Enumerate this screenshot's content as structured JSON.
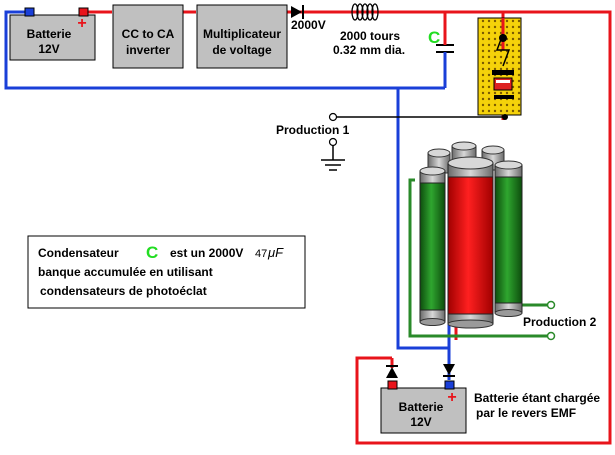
{
  "battery_top": {
    "label_line1": "Batterie",
    "label_line2": "12V",
    "plus": "+"
  },
  "inverter": {
    "line1": "CC to CA",
    "line2": "inverter"
  },
  "multiplier": {
    "line1": "Multiplicateur",
    "line2": "de voltage"
  },
  "diode_label": "2000V",
  "coil": {
    "line1": "2000 tours",
    "line2": "0.32 mm dia."
  },
  "capacitor_label": "C",
  "output1_label": "Production  1",
  "output2_label": "Production 2",
  "battery_bottom": {
    "label_line1": "Batterie",
    "label_line2": "12V",
    "plus": "+"
  },
  "charging_note": {
    "line1": "Batterie étant chargée",
    "line2": "par le revers EMF"
  },
  "info_box": {
    "line1_pre": "Condensateur",
    "line1_c": "C",
    "line1_post": "est un 2000V",
    "line1_value": "47",
    "line1_unit": "μF",
    "line2": "banque   accumulée  en  utilisant",
    "line3": "condensateurs  de  photoéclat"
  },
  "colors": {
    "red_wire": "#e8141b",
    "blue_wire": "#1a3fd8",
    "green_wire": "#2a8a2a",
    "box_fill": "#c0c0c0",
    "capacitor_c": "#22dd22",
    "board": "#f5d20a"
  }
}
